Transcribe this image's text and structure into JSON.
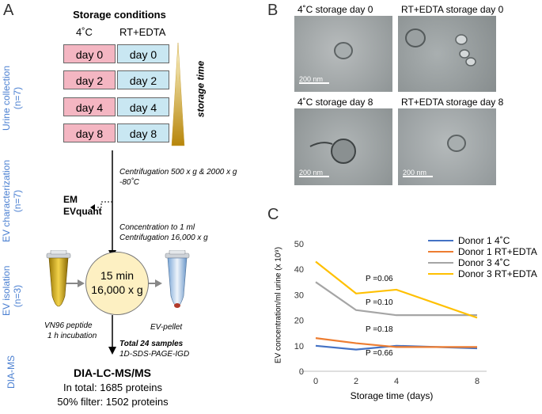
{
  "panels": {
    "a": "A",
    "b": "B",
    "c": "C"
  },
  "panelA": {
    "storage_title": "Storage conditions",
    "col_4c": "4˚C",
    "col_rt": "RT+EDTA",
    "days": [
      "day 0",
      "day 2",
      "day 4",
      "day 8"
    ],
    "storage_time": "storage time",
    "side_labels": {
      "urine": [
        "Urine collection",
        "(n=7)"
      ],
      "ev_char": [
        "EV characterization",
        "(n=7)"
      ],
      "ev_iso": [
        "EV isolation",
        "(n=3)"
      ],
      "dia": [
        "DIA-MS"
      ]
    },
    "centrifugation1": "Centrifugation 500 x g & 2000 x g",
    "temp": "-80˚C",
    "em": "EM",
    "evquant": "EVquant",
    "concentration": "Concentration to 1 ml",
    "centrifugation2": "Centrifugation 16,000 x g",
    "circle_line1": "15 min",
    "circle_line2": "16,000 x g",
    "vn96": "VN96 peptide",
    "incubation": "1 h incubation",
    "ev_pellet": "EV-pellet",
    "total_samples": "Total 24 samples",
    "sds_page": "1D-SDS-PAGE-IGD",
    "dia_title": "DIA-LC-MS/MS",
    "in_total": "In total: 1685 proteins",
    "filter": "50% filter: 1502 proteins"
  },
  "panelB": {
    "labels": [
      "4˚C storage day 0",
      "RT+EDTA storage day 0",
      "4˚C storage day 8",
      "RT+EDTA storage day 8"
    ],
    "scale": "200 nm"
  },
  "chart_data": {
    "type": "line",
    "x": [
      0,
      2,
      4,
      8
    ],
    "xlabel": "Storage time (days)",
    "ylabel": "EV concentration/ml urine (x 10⁹)",
    "ylim": [
      0,
      50
    ],
    "yticks": [
      0,
      10,
      20,
      30,
      40,
      50
    ],
    "grid": false,
    "legend": "top-right",
    "series": [
      {
        "name": "Donor 1 4˚C",
        "color": "#4472c4",
        "values": [
          10,
          8.5,
          10,
          9
        ]
      },
      {
        "name": "Donor 1 RT+EDTA",
        "color": "#ed7d31",
        "values": [
          13,
          11,
          9.5,
          9.5
        ]
      },
      {
        "name": "Donor 3 4˚C",
        "color": "#a5a5a5",
        "values": [
          35,
          24,
          22,
          22
        ]
      },
      {
        "name": "Donor 3 RT+EDTA",
        "color": "#ffc000",
        "values": [
          43,
          30.5,
          32,
          21
        ]
      }
    ],
    "annotations": [
      "P =0.06",
      "P =0.10",
      "P =0.18",
      "P =0.66"
    ]
  }
}
